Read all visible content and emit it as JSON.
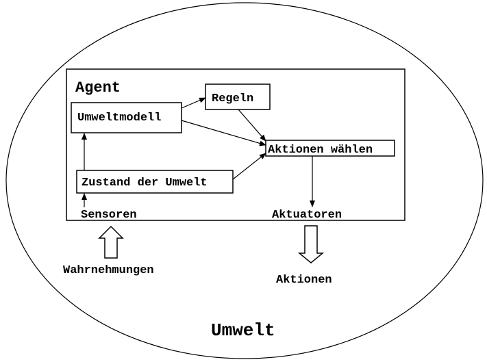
{
  "environment": {
    "label": "Umwelt"
  },
  "agent": {
    "label": "Agent",
    "nodes": {
      "umweltmodell": "Umweltmodell",
      "regeln": "Regeln",
      "aktionen_waehlen": "Aktionen wählen",
      "zustand": "Zustand der Umwelt"
    },
    "sensors": "Sensoren",
    "actuators": "Aktuatoren"
  },
  "inputs": {
    "perceptions": "Wahrnehmungen"
  },
  "outputs": {
    "actions": "Aktionen"
  }
}
